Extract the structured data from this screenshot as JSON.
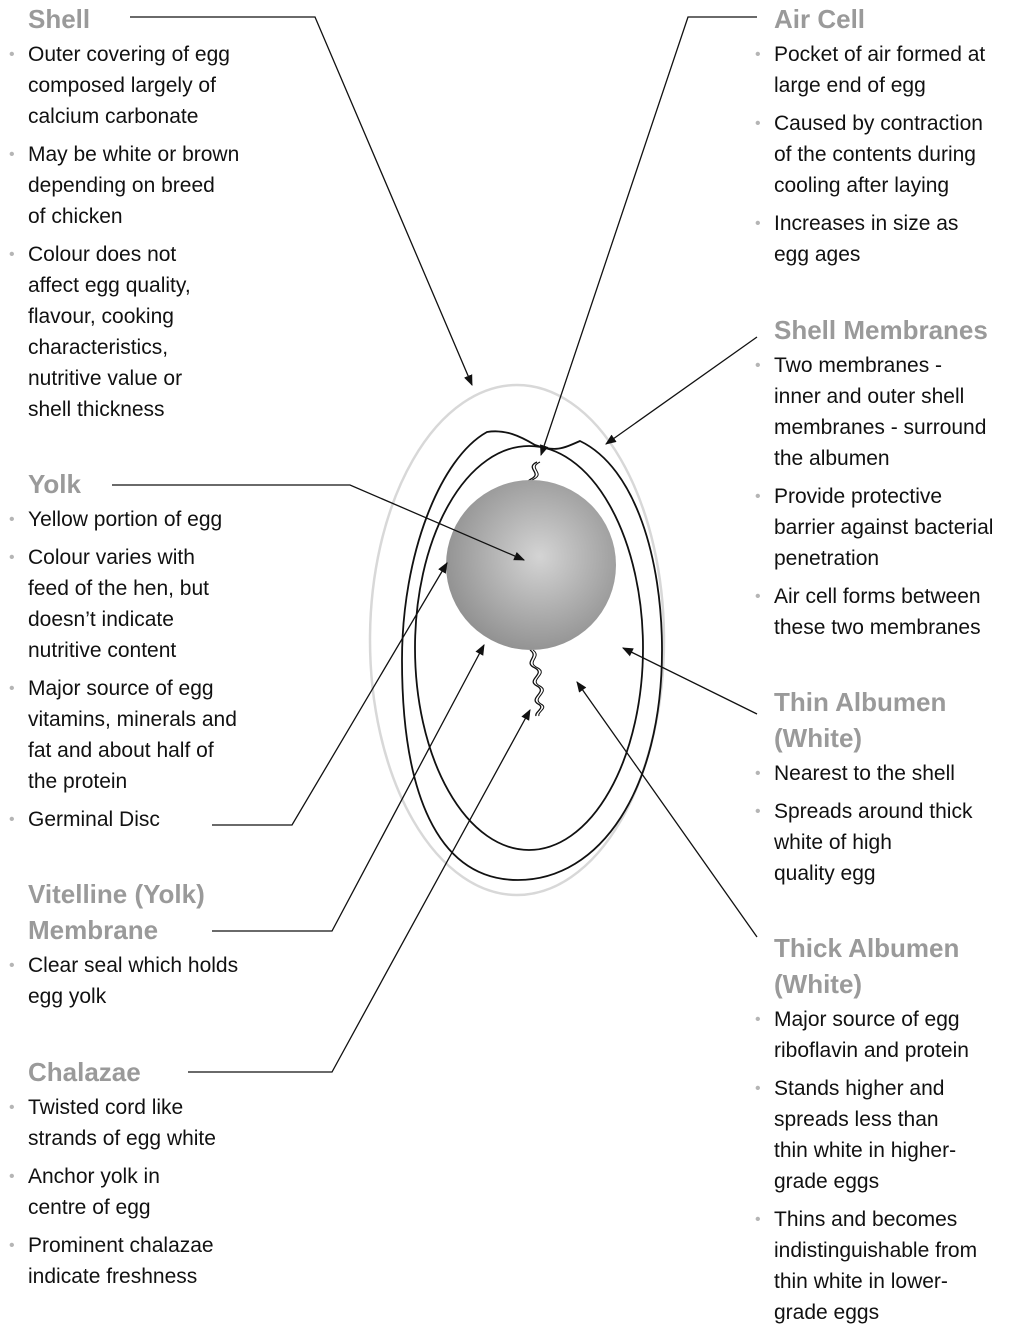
{
  "sections": {
    "shell": {
      "title": "Shell",
      "bullets": [
        [
          "Outer covering of egg",
          "composed largely of",
          "calcium carbonate"
        ],
        [
          "May be white or brown",
          "depending on breed",
          "of chicken"
        ],
        [
          "Colour does not",
          "affect egg quality,",
          "flavour, cooking",
          "characteristics,",
          "nutritive value or",
          "shell thickness"
        ]
      ]
    },
    "yolk": {
      "title": "Yolk",
      "bullets": [
        [
          "Yellow portion of egg"
        ],
        [
          "Colour varies with",
          "feed of the hen, but",
          "doesn’t indicate",
          "nutritive content"
        ],
        [
          "Major source of egg",
          "vitamins, minerals and",
          "fat and about half of",
          "the protein"
        ],
        [
          "Germinal Disc"
        ]
      ]
    },
    "vitelline": {
      "title_line1_a": "Vitelline",
      "title_line1_b": " (Yolk)",
      "title_line2": "Membrane",
      "bullets": [
        [
          "Clear seal which holds",
          "egg yolk"
        ]
      ]
    },
    "chalazae": {
      "title": "Chalazae",
      "bullets": [
        [
          "Twisted cord like",
          "strands of egg white"
        ],
        [
          "Anchor yolk in",
          "centre of egg"
        ],
        [
          "Prominent chalazae",
          "indicate freshness"
        ]
      ]
    },
    "air_cell": {
      "title": "Air Cell",
      "bullets": [
        [
          "Pocket of air formed at",
          "large end of egg"
        ],
        [
          "Caused by contraction",
          "of the contents during",
          "cooling after laying"
        ],
        [
          "Increases in size as",
          "egg ages"
        ]
      ]
    },
    "shell_membranes": {
      "title": "Shell Membranes",
      "bullets": [
        [
          "Two membranes -",
          "inner and outer shell",
          "membranes - surround",
          "the albumen"
        ],
        [
          "Provide protective",
          "barrier against bacterial",
          "penetration"
        ],
        [
          "Air cell forms between",
          "these two membranes"
        ]
      ]
    },
    "thin_albumen": {
      "title_line1": "Thin Albumen",
      "title_line2": "(White)",
      "bullets": [
        [
          "Nearest to the shell"
        ],
        [
          "Spreads around thick",
          "white of high",
          "quality egg"
        ]
      ]
    },
    "thick_albumen": {
      "title_line1": "Thick Albumen",
      "title_line2": "(White)",
      "bullets": [
        [
          "Major source of egg",
          "riboflavin and protein"
        ],
        [
          "Stands higher and",
          "spreads less than",
          "thin white in higher-",
          "grade eggs"
        ],
        [
          "Thins and becomes",
          "indistinguishable from",
          "thin white in lower-",
          "grade eggs"
        ]
      ]
    }
  },
  "colors": {
    "heading": "#9a9a9a",
    "outer_shell": "#d8d8d8",
    "membrane_line": "#111111",
    "yolk_center": "#d4d4d4",
    "yolk_edge": "#8e8e8e",
    "bullet_dot": "#b5b5b5"
  }
}
